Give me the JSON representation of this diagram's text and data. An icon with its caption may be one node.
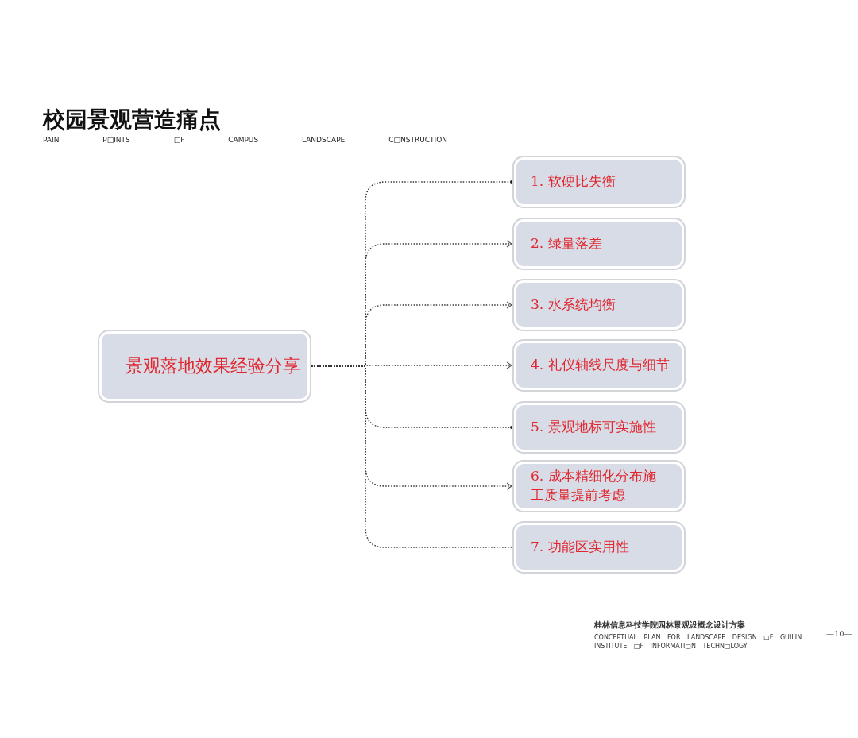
{
  "diagram": {
    "title": "校园景观营造痛点",
    "nodes": [
      {
        "text": [
          "景观落地效果经验分享"
        ]
      },
      {
        "text": [
          "1. 软硬比失衡"
        ]
      },
      {
        "text": [
          "2. 绿量落差"
        ]
      },
      {
        "text": [
          "3. 水系统均衡"
        ]
      },
      {
        "text": [
          "4. 礼仪轴线尺度与细节"
        ]
      },
      {
        "text": [
          "5. 景观地标可实施性"
        ]
      },
      {
        "text": [
          "6. 成本精细化分布施工质量提前考虑"
        ]
      },
      {
        "text": [
          "7. 功能区实用性"
        ]
      }
    ],
    "edges": [
      {
        "from": 0,
        "to": 1,
        "arrow": "other"
      },
      {
        "from": 0,
        "to": 2,
        "arrow": "to"
      },
      {
        "from": 0,
        "to": 3,
        "arrow": "to"
      },
      {
        "from": 0,
        "to": 4,
        "arrow": "to"
      },
      {
        "from": 0,
        "to": 5,
        "arrow": "other"
      },
      {
        "from": 0,
        "to": 6,
        "arrow": "to"
      },
      {
        "from": 0,
        "to": 7,
        "arrow": "none"
      }
    ],
    "labels": [
      "PAIN P□INTS □F CAMPUS LANDSCAPE C□NSTRUCTION",
      "桂林信息科技学院园林景观设概念设计方案",
      "CONCEPTUAL PLAN FOR LANDSCAPE DESIGN □F GUILIN INSTITUTE □F INFORMATI□N TECHN□LOGY",
      "—10—"
    ]
  }
}
